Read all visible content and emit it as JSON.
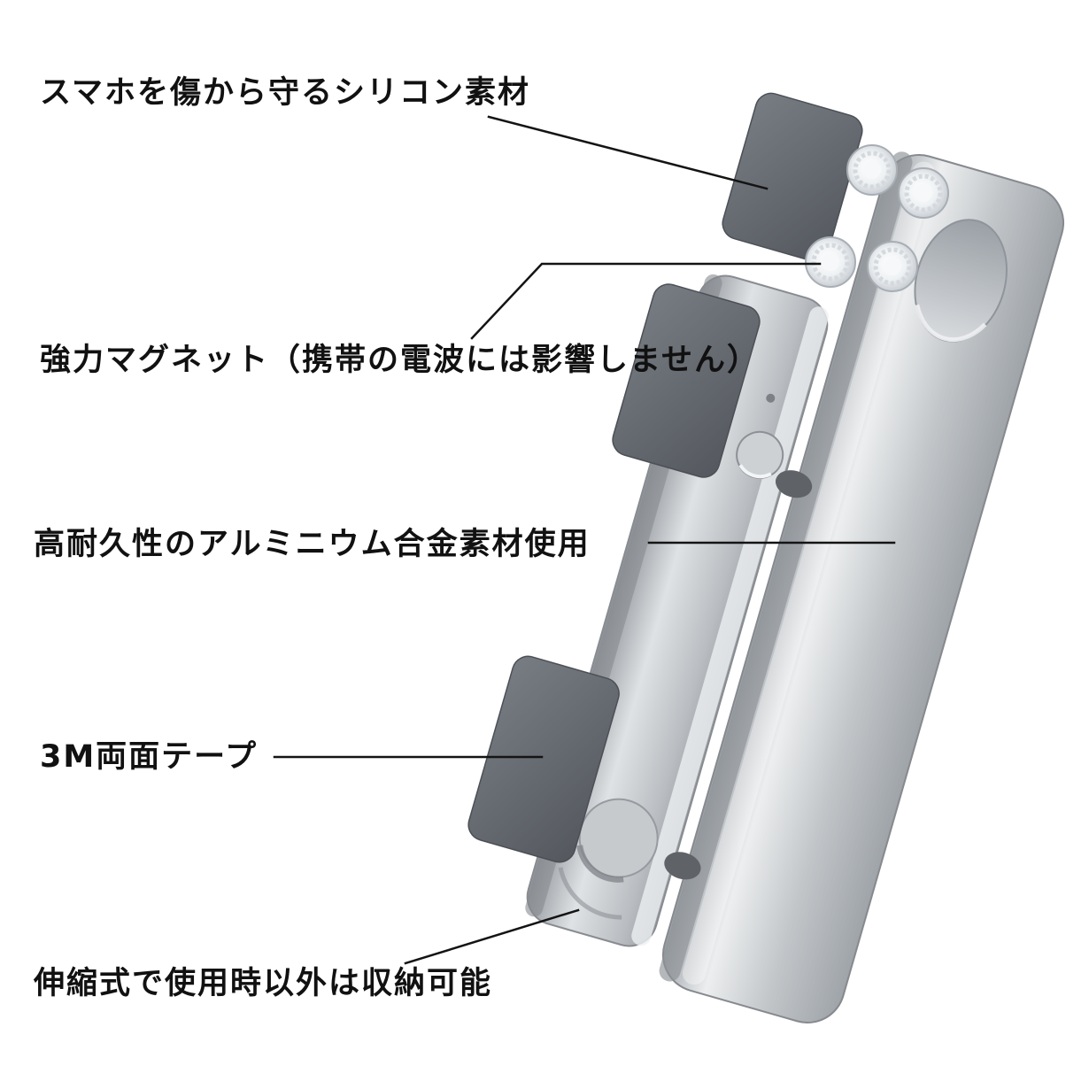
{
  "labels": {
    "silicone": "スマホを傷から守るシリコン素材",
    "magnet": "強力マグネット（携帯の電波には影響しません）",
    "aluminum": "高耐久性のアルミニウム合金素材使用",
    "tape": "3M両面テープ",
    "telescopic": "伸縮式で使用時以外は収納可能"
  },
  "palette": {
    "background": "#ffffff",
    "label_text": "#111111",
    "leader_line": "#141414",
    "plate_highlight": "#eceeef",
    "plate_mid": "#c2c6c9",
    "plate_shadow": "#9aa0a5",
    "silicone_pad_dark": "#565b61",
    "silicone_pad_light": "#71767d",
    "magnet_ring": "#b9bfc6"
  },
  "parts": {
    "main_plate": "aluminum-alloy-back-plate",
    "front_bar": "telescopic-slider-bar",
    "pads": [
      "silicone-pad-top",
      "silicone-pad-middle",
      "silicone-pad-bottom"
    ],
    "magnet_count": 4
  }
}
